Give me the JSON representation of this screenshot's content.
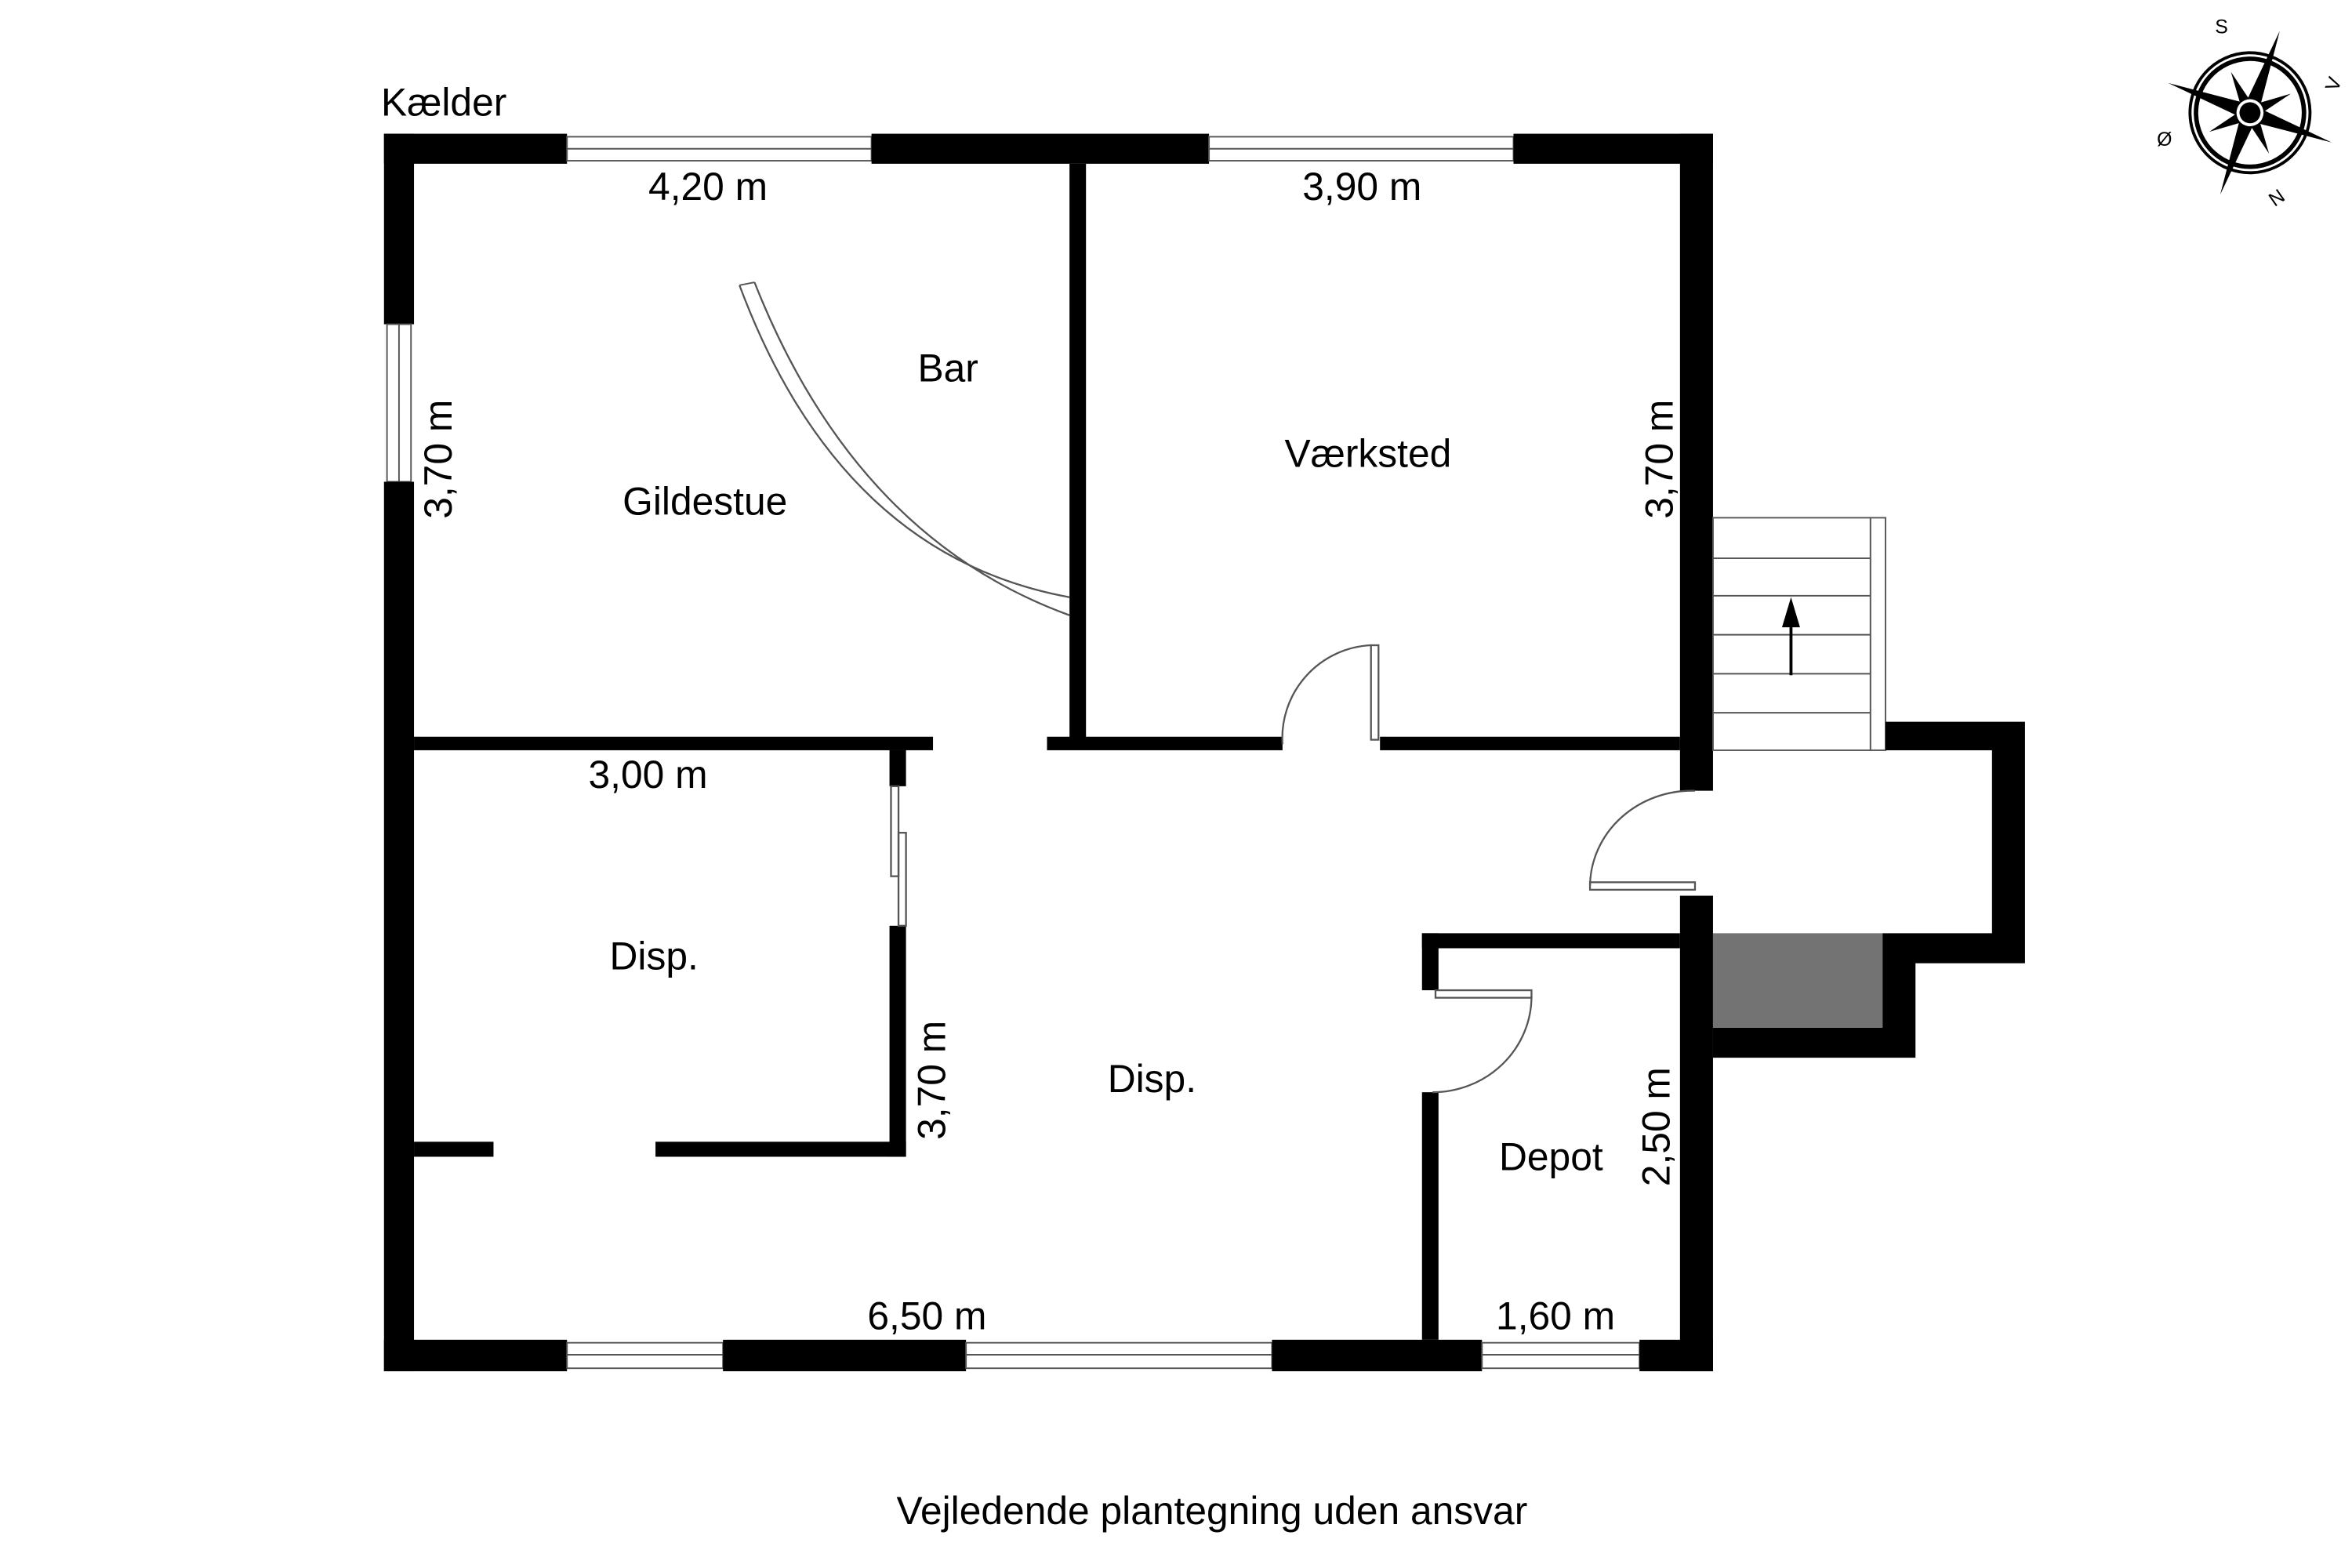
{
  "floor_title": "Kælder",
  "rooms": [
    {
      "name": "Gildestue"
    },
    {
      "name": "Bar"
    },
    {
      "name": "Værksted"
    },
    {
      "name": "Disp."
    },
    {
      "name": "Disp."
    },
    {
      "name": "Depot"
    }
  ],
  "dimensions": {
    "gildestue_width": "4,20 m",
    "gildestue_height": "3,70 m",
    "vaerksted_width": "3,90 m",
    "vaerksted_height": "3,70 m",
    "disp_width": "3,00 m",
    "disp_height": "3,70 m",
    "hall_width": "6,50 m",
    "depot_width": "1,60 m",
    "depot_height": "2,50 m"
  },
  "compass": {
    "north": "N",
    "south": "S",
    "east": "Ø",
    "west": "V"
  },
  "disclaimer": "Vejledende plantegning uden ansvar",
  "colors": {
    "wall": "#000000",
    "shaft": "#737373"
  }
}
